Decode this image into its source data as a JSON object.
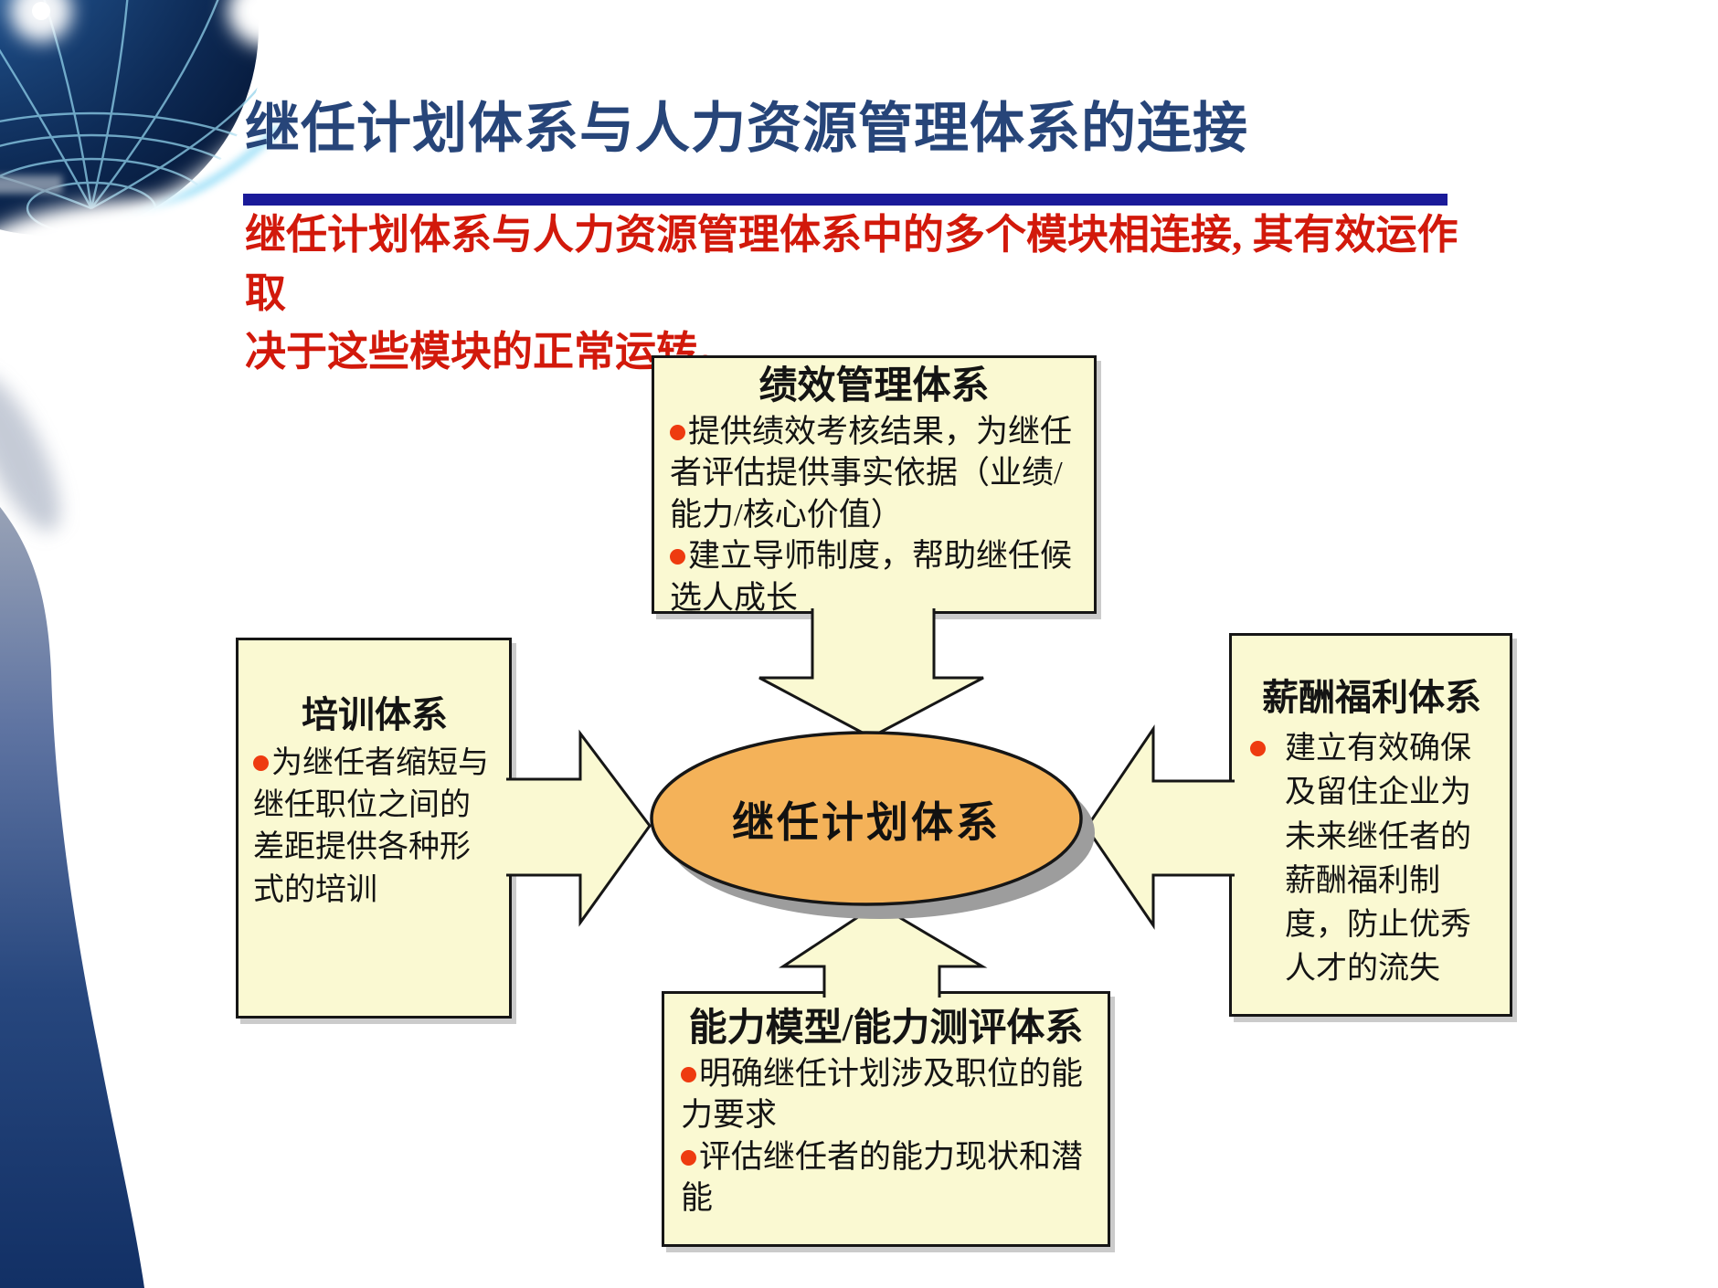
{
  "slide": {
    "title": "继任计划体系与人力资源管理体系的连接",
    "intro": {
      "line1": "继任计划体系与人力资源管理体系中的多个模块相连接, 其有效运作取",
      "line2": "决于这些模块的正常运转。"
    }
  },
  "diagram": {
    "center": {
      "label": "继任计划体系"
    },
    "boxes": {
      "performance": {
        "title": "绩效管理体系",
        "bullets": [
          "提供绩效考核结果，为继任者评估提供事实依据（业绩/能力/核心价值）",
          "建立导师制度，帮助继任候选人成长"
        ]
      },
      "training": {
        "title": "培训体系",
        "bullets": [
          "为继任者缩短与继任职位之间的差距提供各种形式的培训"
        ]
      },
      "compensation": {
        "title": "薪酬福利体系",
        "bullets": [
          "建立有效确保及留住企业为未来继任者的薪酬福利制度，防止优秀人才的流失"
        ]
      },
      "competency": {
        "title": "能力模型/能力测评体系",
        "bullets": [
          "明确继任计划涉及职位的能力要求",
          "评估继任者的能力现状和潜能"
        ]
      }
    },
    "arrows": [
      "performance-to-center",
      "training-to-center",
      "compensation-to-center",
      "competency-to-center"
    ]
  },
  "colors": {
    "title_text": "#274579",
    "title_rule": "#1a1a99",
    "intro_text": "#d2190b",
    "box_fill": "#faf9d2",
    "box_border": "#161616",
    "ellipse_fill": "#f4b259",
    "ellipse_shadow": "#9d9d9d",
    "bullet_dot": "#ee3b10",
    "left_band_navy": "#16356e"
  }
}
